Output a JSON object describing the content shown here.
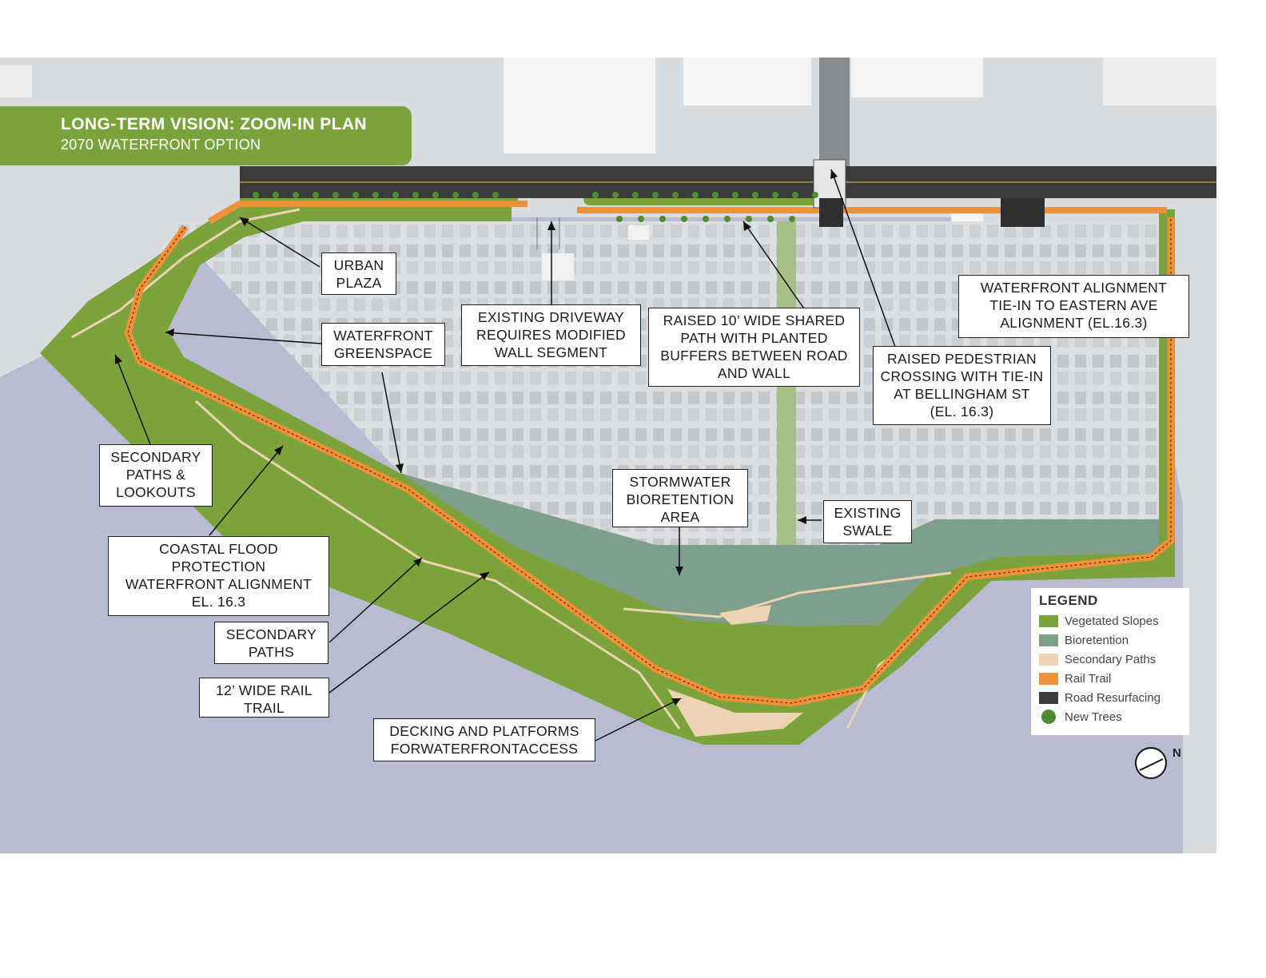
{
  "title": {
    "main": "LONG-TERM VISION:  ZOOM-IN PLAN",
    "sub": "2070 WATERFRONT OPTION"
  },
  "callouts": {
    "urban_plaza": "URBAN\nPLAZA",
    "existing_driveway": "EXISTING DRIVEWAY\nREQUIRES MODIFIED\nWALL SEGMENT",
    "raised_shared_path": "RAISED 10’ WIDE SHARED\nPATH WITH PLANTED\nBUFFERS BETWEEN ROAD\nAND WALL",
    "waterfront_alignment_tie_in": "WATERFRONT ALIGNMENT\nTIE-IN TO EASTERN AVE\nALIGNMENT (EL.16.3)",
    "waterfront_greenspace": "WATERFRONT\nGREENSPACE",
    "raised_pedestrian_crossing": "RAISED PEDESTRIAN\nCROSSING WITH TIE-IN\nAT BELLINGHAM ST\n(EL. 16.3)",
    "secondary_paths_lookouts": "SECONDARY\nPATHS &\nLOOKOUTS",
    "stormwater_bioretention": "STORMWATER\nBIORETENTION\nAREA",
    "existing_swale": "EXISTING\nSWALE",
    "coastal_flood_protection": "COASTAL FLOOD\nPROTECTION\nWATERFRONT ALIGNMENT\nEL. 16.3",
    "secondary_paths": "SECONDARY\nPATHS",
    "rail_trail": "12’ WIDE RAIL\nTRAIL",
    "decking_platforms": "DECKING AND PLATFORMS\nFORWATERFRONTACCESS"
  },
  "legend": {
    "title": "LEGEND",
    "items": [
      {
        "label": "Vegetated Slopes",
        "color": "#7ba33c",
        "shape": "rect"
      },
      {
        "label": "Bioretention",
        "color": "#7f9f8d",
        "shape": "rect"
      },
      {
        "label": "Secondary Paths",
        "color": "#eed3b3",
        "shape": "rect"
      },
      {
        "label": "Rail Trail",
        "color": "#f0913a",
        "shape": "rect"
      },
      {
        "label": "Road Resurfacing",
        "color": "#3b3b3b",
        "shape": "rect"
      },
      {
        "label": "New Trees",
        "color": "#4f8a35",
        "shape": "dot"
      }
    ]
  },
  "north_label": "N",
  "colors": {
    "title_bg": "#7ba33c",
    "water": "#b9bcd0",
    "land": "#d9dcdf",
    "vegetated": "#7ba33c",
    "bioretention": "#7f9f8d",
    "secondary_path": "#eed3b3",
    "rail_trail": "#f0913a",
    "road": "#3b3b3b",
    "tree": "#4f8a35"
  }
}
